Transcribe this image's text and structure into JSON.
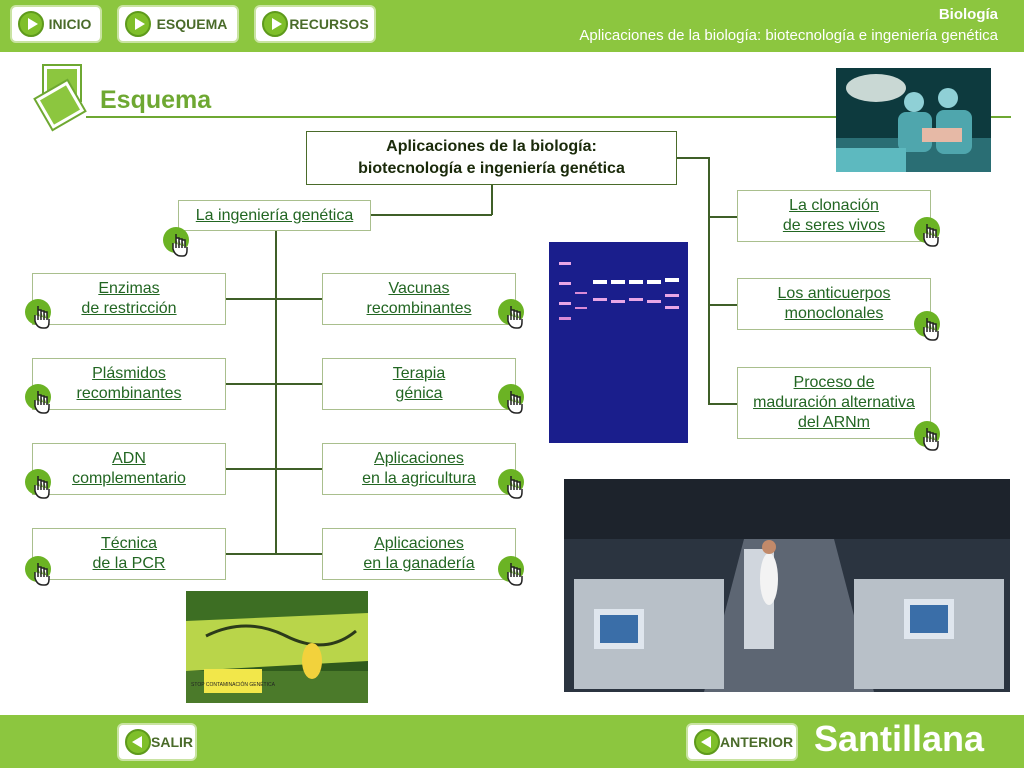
{
  "header": {
    "nav": [
      {
        "label": "INICIO"
      },
      {
        "label": "ESQUEMA"
      },
      {
        "label": "RECURSOS"
      }
    ],
    "subject": "Biología",
    "subtitle": "Aplicaciones de la biología: biotecnología e ingeniería genética"
  },
  "page": {
    "title": "Esquema"
  },
  "scheme": {
    "root": {
      "line1": "Aplicaciones de la biología:",
      "line2": "biotecnología e ingeniería genética"
    },
    "genetic_engineering": {
      "label": "La ingeniería genética"
    },
    "left_items": [
      {
        "line1": "Enzimas",
        "line2": "de restricción"
      },
      {
        "line1": "Plásmidos",
        "line2": "recombinantes"
      },
      {
        "line1": "ADN",
        "line2": "complementario"
      },
      {
        "line1": "Técnica",
        "line2": "de la PCR"
      }
    ],
    "right_items": [
      {
        "line1": "Vacunas",
        "line2": "recombinantes"
      },
      {
        "line1": "Terapia",
        "line2": "génica"
      },
      {
        "line1": "Aplicaciones",
        "line2": "en la agricultura"
      },
      {
        "line1": "Aplicaciones",
        "line2": "en la ganadería"
      }
    ],
    "far_right_items": [
      {
        "line1": "La clonación",
        "line2": "de seres vivos"
      },
      {
        "line1": "Los anticuerpos",
        "line2": "monoclonales"
      },
      {
        "line1": "Proceso de",
        "line2": "maduración alternativa",
        "line3": "del ARNm"
      }
    ],
    "protest_sign": "STOP CONTAMINACIÓN GENÉTICA"
  },
  "footer": {
    "exit_label": "SALIR",
    "back_label": "ANTERIOR",
    "brand": "Santillana"
  },
  "colors": {
    "accent": "#8cc63f",
    "link": "#226622",
    "title": "#6ea832"
  }
}
